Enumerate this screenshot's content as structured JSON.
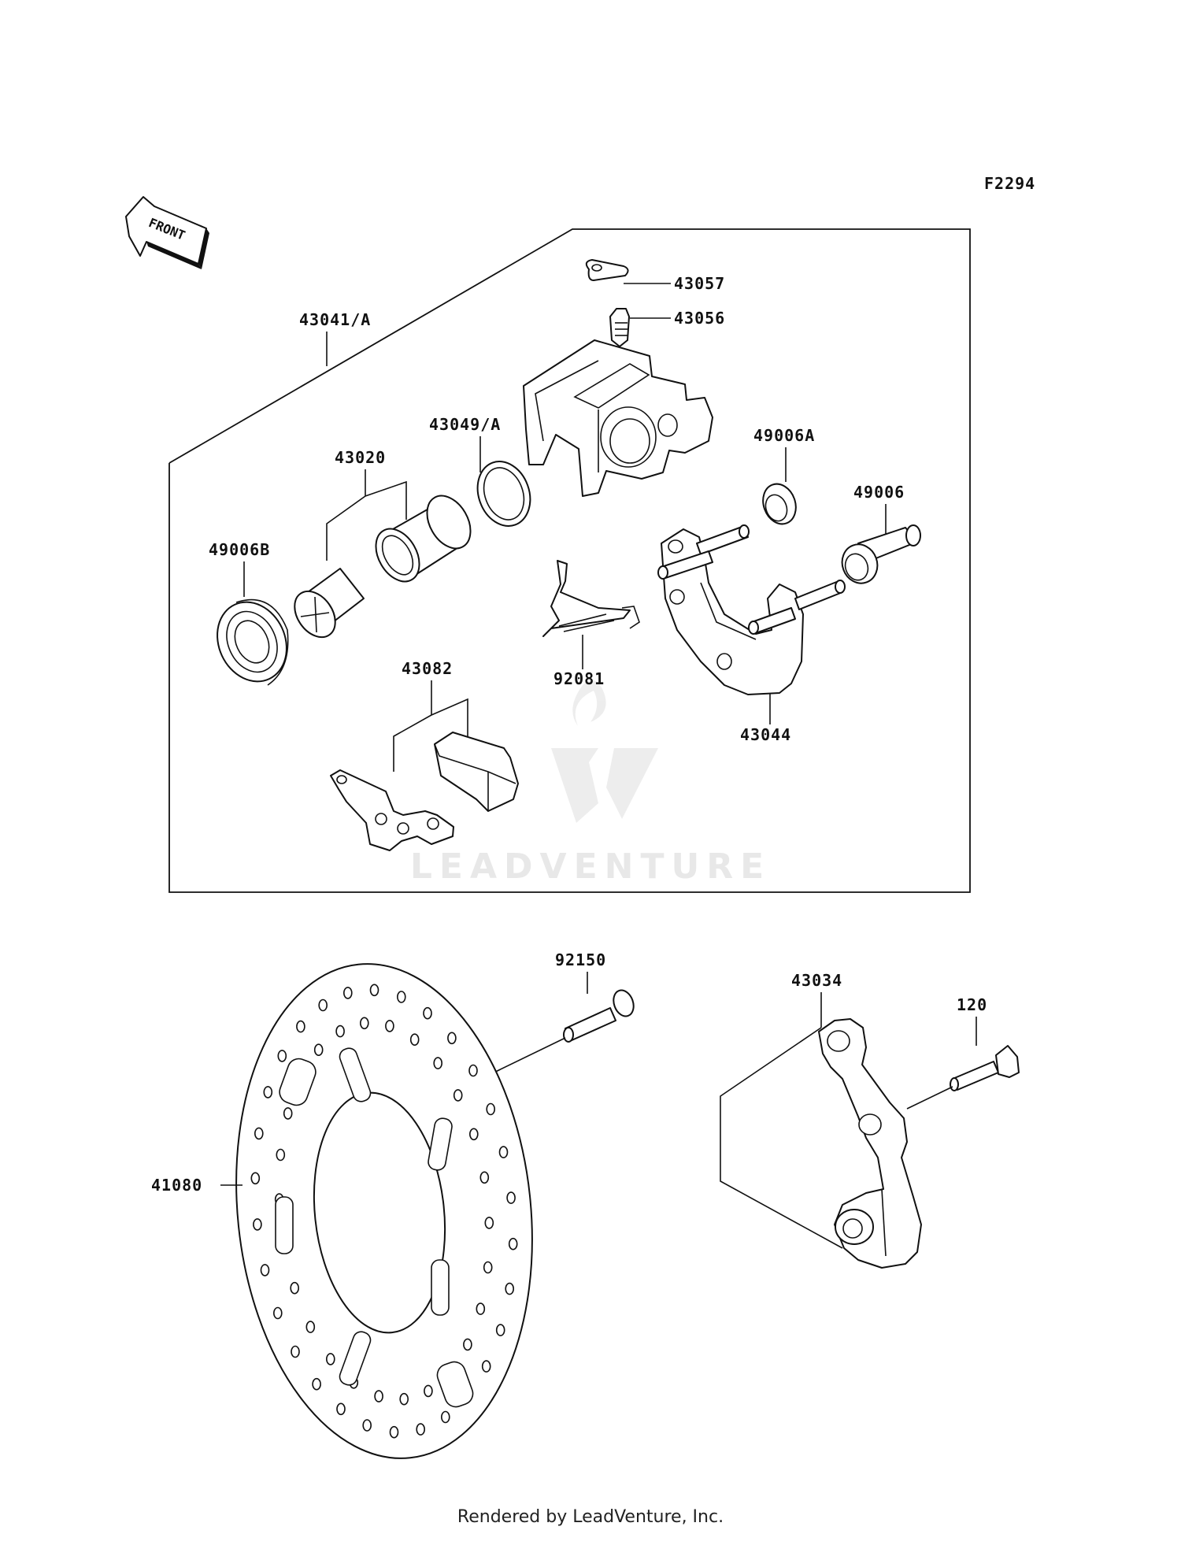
{
  "figure_code": "F2294",
  "front_arrow_label": "FRONT",
  "watermark": "LEADVENTURE",
  "footer": "Rendered by LeadVenture, Inc.",
  "parts": {
    "p43041": "43041/A",
    "p43057": "43057",
    "p43056": "43056",
    "p43049": "43049/A",
    "p43020": "43020",
    "p49006A": "49006A",
    "p49006": "49006",
    "p49006B": "49006B",
    "p92081": "92081",
    "p43082": "43082",
    "p43044": "43044",
    "p92150": "92150",
    "p43034": "43034",
    "p120": "120",
    "p41080": "41080"
  }
}
